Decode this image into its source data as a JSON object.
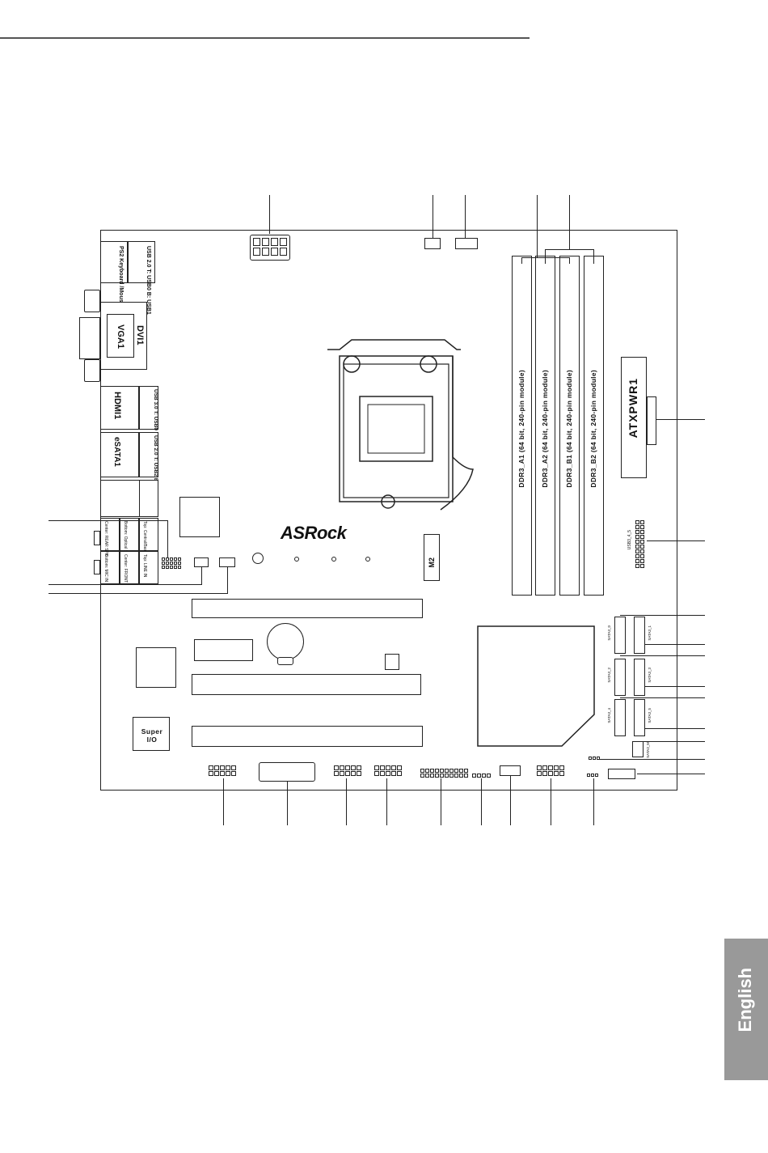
{
  "rear_io": {
    "ps2": "PS2 Keyboard /Mouse",
    "usb_top": "USB 2.0 T: USB0 B: USB1",
    "vga": "VGA1",
    "dvi": "DVI1",
    "hdmi": "HDMI1",
    "usb3": "USB 3.0 T: USB0 B: USB1",
    "esata": "eSATA1",
    "usb_bottom": "USB 2.0 T: USB2 B: USB3",
    "audio_top_left": "Bottom: Optical SPDIF",
    "audio_top_right": "Top: Central/Bass",
    "audio_mid_left": "Center: REAR SPK",
    "audio_bot_left": "Bottom: MIC IN",
    "audio_bot_mid": "Center: FRONT",
    "audio_bot_right": "Top: LINE IN"
  },
  "dimms": [
    "DDR3_A1 (64 bit, 240-pin module)",
    "DDR3_A2 (64 bit, 240-pin module)",
    "DDR3_B1 (64 bit, 240-pin module)",
    "DDR3_B2 (64 bit, 240-pin module)"
  ],
  "atx_power": "ATXPWR1",
  "brand": "ASRock",
  "m2": "M2",
  "super_io": "Super I/O",
  "usb_header": "USB3_4_5",
  "sata_labels": [
    "SATA3_0",
    "SATA3_1",
    "SATA3_2",
    "SATA3_3",
    "SATA3_4",
    "SATA3_5",
    "SATA3_M"
  ],
  "language_tab": "English"
}
